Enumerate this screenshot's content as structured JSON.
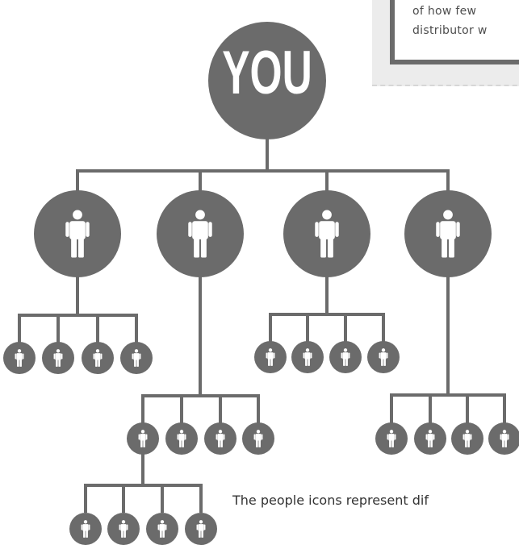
{
  "note": {
    "line1": "of  how  few",
    "line2": "distributor w"
  },
  "root": {
    "label": "YOU"
  },
  "caption": "The people icons represent dif",
  "colors": {
    "node": "#6b6b6b",
    "line": "#6b6b6b",
    "icon": "#ffffff"
  },
  "icons": {
    "person": "person-icon"
  }
}
